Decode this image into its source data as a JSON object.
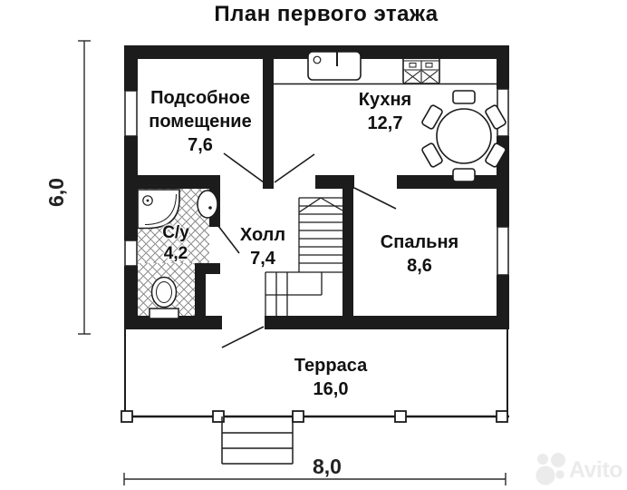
{
  "title": "План первого этажа",
  "dimensions": {
    "horizontal": "8,0",
    "vertical": "6,0"
  },
  "rooms": {
    "utility": {
      "name": "Подсобное помещение",
      "area": "7,6"
    },
    "kitchen": {
      "name": "Кухня",
      "area": "12,7"
    },
    "bathroom": {
      "name": "С/у",
      "area": "4,2"
    },
    "hall": {
      "name": "Холл",
      "area": "7,4"
    },
    "bedroom": {
      "name": "Спальня",
      "area": "8,6"
    },
    "terrace": {
      "name": "Терраса",
      "area": "16,0"
    }
  },
  "fixtures": [
    "kitchen-sink",
    "stove",
    "dining-table-with-chairs",
    "shower-cabin",
    "washbasin",
    "toilet",
    "l-shaped-staircase",
    "terrace-steps",
    "terrace-railing"
  ],
  "watermark": {
    "text": "Avito"
  },
  "colors": {
    "wall": "#1c1c1c",
    "hatch": "#909090",
    "dimension": "#2b2b2b",
    "watermark": "#ebebeb",
    "background": "#ffffff"
  }
}
